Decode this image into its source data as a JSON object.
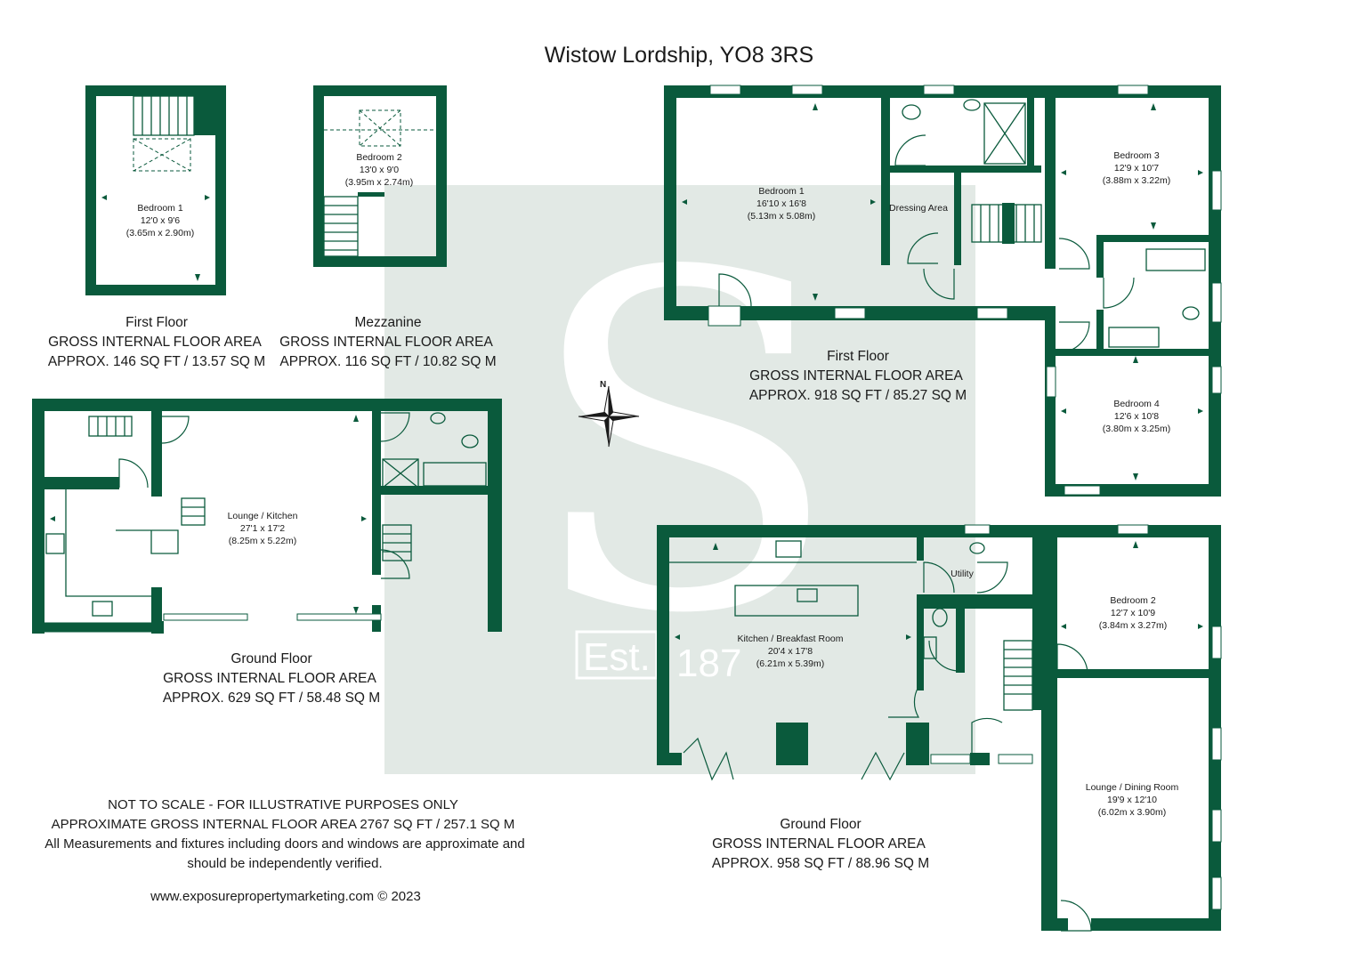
{
  "title": "Wistow Lordship, YO8 3RS",
  "watermark": {
    "letter": "S",
    "est_label": "Est.",
    "year_fragment": "187"
  },
  "compass": {
    "label": "N"
  },
  "colors": {
    "wall": "#0a5a3c",
    "watermark": "#dde5e1"
  },
  "plans": {
    "annex_first_floor": {
      "floor_label": "First Floor",
      "area_label": "GROSS INTERNAL FLOOR AREA",
      "area_value": "APPROX. 146 SQ FT / 13.57 SQ M",
      "rooms": [
        {
          "name": "Bedroom 1",
          "imperial": "12'0 x 9'6",
          "metric": "(3.65m x 2.90m)"
        }
      ]
    },
    "mezzanine": {
      "floor_label": "Mezzanine",
      "area_label": "GROSS INTERNAL FLOOR AREA",
      "area_value": "APPROX. 116 SQ FT / 10.82 SQ M",
      "rooms": [
        {
          "name": "Bedroom 2",
          "imperial": "13'0 x 9'0",
          "metric": "(3.95m x 2.74m)"
        }
      ]
    },
    "annex_ground_floor": {
      "floor_label": "Ground Floor",
      "area_label": "GROSS INTERNAL FLOOR AREA",
      "area_value": "APPROX. 629 SQ FT / 58.48 SQ M",
      "rooms": [
        {
          "name": "Lounge / Kitchen",
          "imperial": "27'1 x 17'2",
          "metric": "(8.25m x 5.22m)"
        }
      ]
    },
    "main_first_floor": {
      "floor_label": "First Floor",
      "area_label": "GROSS INTERNAL FLOOR AREA",
      "area_value": "APPROX. 918 SQ FT / 85.27 SQ M",
      "rooms": [
        {
          "name": "Bedroom 1",
          "imperial": "16'10 x 16'8",
          "metric": "(5.13m x 5.08m)"
        },
        {
          "name": "Dressing Area"
        },
        {
          "name": "Bedroom 3",
          "imperial": "12'9 x 10'7",
          "metric": "(3.88m x 3.22m)"
        },
        {
          "name": "Bedroom 4",
          "imperial": "12'6 x 10'8",
          "metric": "(3.80m x 3.25m)"
        }
      ]
    },
    "main_ground_floor": {
      "floor_label": "Ground Floor",
      "area_label": "GROSS INTERNAL FLOOR AREA",
      "area_value": "APPROX. 958 SQ FT / 88.96 SQ M",
      "rooms": [
        {
          "name": "Kitchen / Breakfast Room",
          "imperial": "20'4 x 17'8",
          "metric": "(6.21m x 5.39m)"
        },
        {
          "name": "Utility"
        },
        {
          "name": "Bedroom 2",
          "imperial": "12'7 x 10'9",
          "metric": "(3.84m x 3.27m)"
        },
        {
          "name": "Lounge / Dining Room",
          "imperial": "19'9 x 12'10",
          "metric": "(6.02m x 3.90m)"
        }
      ]
    }
  },
  "notes": {
    "line1": "NOT TO SCALE - FOR ILLUSTRATIVE PURPOSES ONLY",
    "line2": "APPROXIMATE GROSS INTERNAL FLOOR AREA 2767 SQ FT / 257.1 SQ M",
    "line3": "All Measurements and fixtures including doors and windows are approximate and",
    "line4": "should be independently verified.",
    "website": "www.exposurepropertymarketing.com © 2023"
  }
}
